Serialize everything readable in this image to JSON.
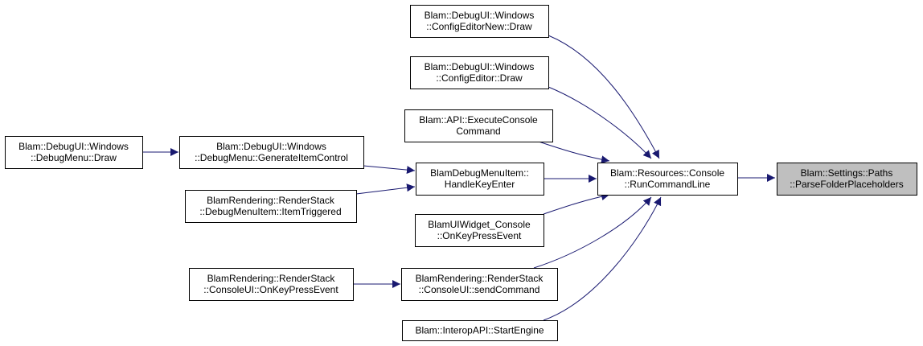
{
  "colors": {
    "edge": "#191970",
    "node_border": "#000000",
    "node_fill": "#ffffff",
    "highlight_fill": "#bfbfbf"
  },
  "nodes": [
    {
      "id": "parse",
      "lines": [
        "Blam::Settings::Paths",
        "::ParseFolderPlaceholders"
      ],
      "highlighted": true
    },
    {
      "id": "runcmd",
      "lines": [
        "Blam::Resources::Console",
        "::RunCommandLine"
      ]
    },
    {
      "id": "cfgnew",
      "lines": [
        "Blam::DebugUI::Windows",
        "::ConfigEditorNew::Draw"
      ]
    },
    {
      "id": "cfg",
      "lines": [
        "Blam::DebugUI::Windows",
        "::ConfigEditor::Draw"
      ]
    },
    {
      "id": "execcons",
      "lines": [
        "Blam::API::ExecuteConsole",
        "Command"
      ]
    },
    {
      "id": "handlekey",
      "lines": [
        "BlamDebugMenuItem::",
        "HandleKeyEnter"
      ]
    },
    {
      "id": "widgetcons",
      "lines": [
        "BlamUIWidget_Console",
        "::OnKeyPressEvent"
      ]
    },
    {
      "id": "sendcmd",
      "lines": [
        "BlamRendering::RenderStack",
        "::ConsoleUI::sendCommand"
      ]
    },
    {
      "id": "startengine",
      "lines": [
        "Blam::InteropAPI::StartEngine"
      ]
    },
    {
      "id": "genitem",
      "lines": [
        "Blam::DebugUI::Windows",
        "::DebugMenu::GenerateItemControl"
      ]
    },
    {
      "id": "itemtrig",
      "lines": [
        "BlamRendering::RenderStack",
        "::DebugMenuItem::ItemTriggered"
      ]
    },
    {
      "id": "consolekey",
      "lines": [
        "BlamRendering::RenderStack",
        "::ConsoleUI::OnKeyPressEvent"
      ]
    },
    {
      "id": "debugdraw",
      "lines": [
        "Blam::DebugUI::Windows",
        "::DebugMenu::Draw"
      ]
    }
  ],
  "edges": [
    {
      "from": "runcmd",
      "to": "parse"
    },
    {
      "from": "cfgnew",
      "to": "runcmd"
    },
    {
      "from": "cfg",
      "to": "runcmd"
    },
    {
      "from": "execcons",
      "to": "runcmd"
    },
    {
      "from": "handlekey",
      "to": "runcmd"
    },
    {
      "from": "widgetcons",
      "to": "runcmd"
    },
    {
      "from": "sendcmd",
      "to": "runcmd"
    },
    {
      "from": "startengine",
      "to": "runcmd"
    },
    {
      "from": "genitem",
      "to": "handlekey"
    },
    {
      "from": "itemtrig",
      "to": "handlekey"
    },
    {
      "from": "debugdraw",
      "to": "genitem"
    },
    {
      "from": "consolekey",
      "to": "sendcmd"
    }
  ]
}
